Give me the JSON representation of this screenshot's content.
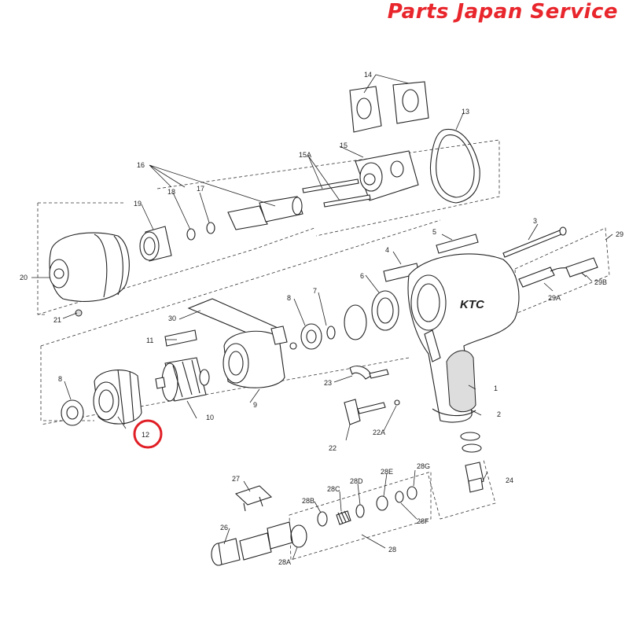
{
  "watermark": "Parts Japan Service",
  "highlight": {
    "part_label": "12",
    "color": "#e01e25"
  },
  "colors": {
    "watermark": "#e8262c",
    "line": "#222222",
    "background": "#ffffff"
  },
  "labels": {
    "p1": "1",
    "p2": "2",
    "p3": "3",
    "p4": "4",
    "p5": "5",
    "p6": "6",
    "p7": "7",
    "p8a": "8",
    "p8b": "8",
    "p9": "9",
    "p10": "10",
    "p11": "11",
    "p12": "12",
    "p13": "13",
    "p14": "14",
    "p15": "15",
    "p15a": "15A",
    "p16": "16",
    "p17": "17",
    "p18": "18",
    "p19": "19",
    "p20": "20",
    "p21": "21",
    "p22": "22",
    "p22a": "22A",
    "p23": "23",
    "p24": "24",
    "p26": "26",
    "p27": "27",
    "p28": "28",
    "p28a": "28A",
    "p28b": "28B",
    "p28c": "28C",
    "p28d": "28D",
    "p28e": "28E",
    "p28f": "28F",
    "p28g": "28G",
    "p29": "29",
    "p29a": "29A",
    "p29b": "29B",
    "p30": "30"
  },
  "brand_mark": "KTC"
}
